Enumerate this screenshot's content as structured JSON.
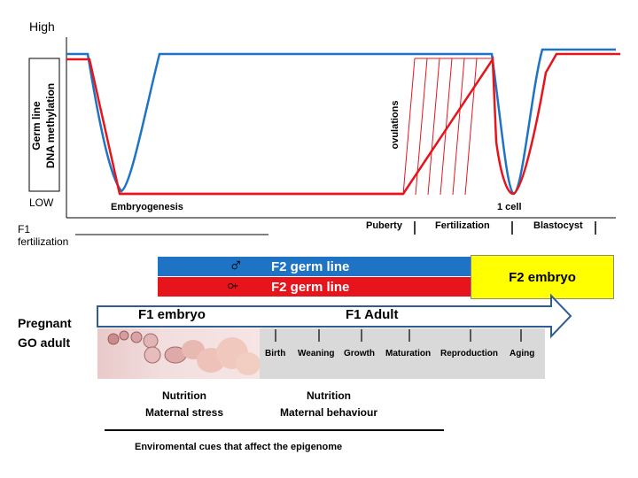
{
  "axis": {
    "high_label": "High",
    "low_label": "LOW",
    "ylabel": "Germ line\nDNA methylation"
  },
  "chart_labels": {
    "embryogenesis": "Embryogenesis",
    "one_cell": "1 cell",
    "ovulations": "ovulations",
    "f1_fertilization": "F1\nfertilization"
  },
  "phases": [
    "Puberty",
    "Fertilization",
    "Blastocyst"
  ],
  "bars": {
    "male_label": "F2 germ line",
    "female_label": "F2 germ line",
    "male_symbol": "♂",
    "female_symbol": "♀",
    "f2_embryo": "F2 embryo",
    "f1_embryo": "F1 embryo",
    "f1_adult": "F1 Adult"
  },
  "pregnant_label": "Pregnant\nGO adult",
  "stages": [
    "Birth",
    "Weaning",
    "Growth",
    "Maturation",
    "Reproduction",
    "Aging"
  ],
  "cues": {
    "left": "Nutrition\nMaternal stress",
    "right": "Nutrition\nMaternal behaviour",
    "footer": "Enviromental cues that affect the epigenome"
  },
  "colors": {
    "blue": "#1f73c4",
    "red": "#e8141b",
    "yellow": "#ffff00",
    "gray": "#d9d9d9"
  }
}
